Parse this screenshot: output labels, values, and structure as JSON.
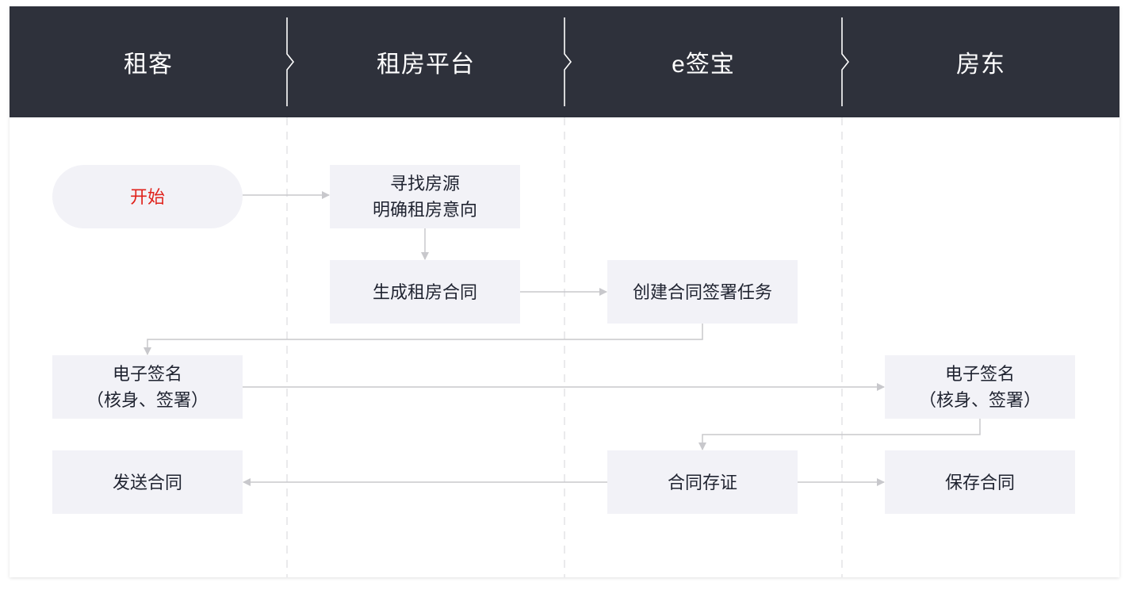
{
  "lanes": [
    "租客",
    "租房平台",
    "e签宝",
    "房东"
  ],
  "nodes": {
    "start": {
      "label": "开始"
    },
    "find_house": {
      "line1": "寻找房源",
      "line2": "明确租房意向"
    },
    "generate_contract": {
      "label": "生成租房合同"
    },
    "create_task": {
      "label": "创建合同签署任务"
    },
    "tenant_sign": {
      "line1": "电子签名",
      "line2": "（核身、签署）"
    },
    "landlord_sign": {
      "line1": "电子签名",
      "line2": "（核身、签署）"
    },
    "send_contract": {
      "label": "发送合同"
    },
    "contract_evidence": {
      "label": "合同存证"
    },
    "save_contract": {
      "label": "保存合同"
    }
  },
  "colors": {
    "header_bg": "#2e313b",
    "header_text": "#ffffff",
    "node_bg": "#f2f2f7",
    "node_text": "#1f2330",
    "start_text": "#e0221b",
    "connector": "#c8c8cc",
    "lane_divider": "#dcdcdf"
  }
}
